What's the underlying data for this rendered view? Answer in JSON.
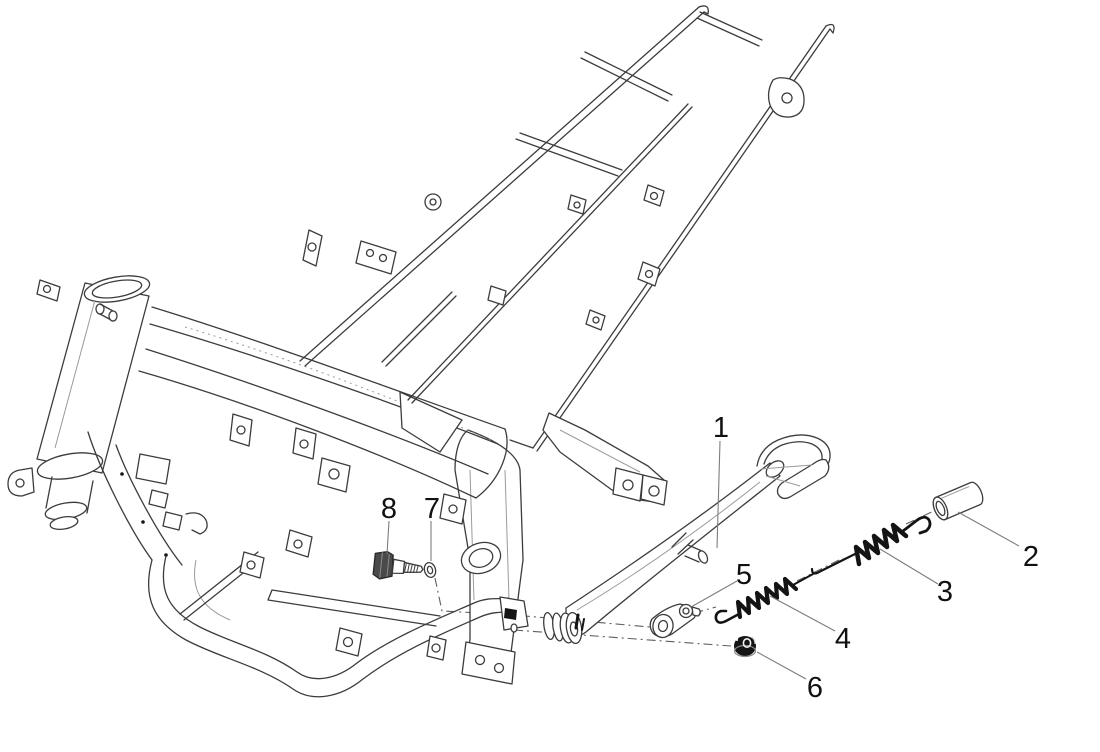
{
  "figure": {
    "kind": "exploded-parts-line-drawing",
    "background_color": "#ffffff"
  },
  "colors": {
    "background": "#ffffff",
    "line": "#3c3c3c",
    "line_light": "#9a9a9a",
    "dark": "#141414",
    "centerline": "#5f5f5f",
    "leader": "#7d7d7d",
    "label": "#111111"
  },
  "callouts": {
    "c1": {
      "label": "1"
    },
    "c2": {
      "label": "2"
    },
    "c3": {
      "label": "3"
    },
    "c4": {
      "label": "4"
    },
    "c5": {
      "label": "5"
    },
    "c6": {
      "label": "6"
    },
    "c7": {
      "label": "7"
    },
    "c8": {
      "label": "8"
    }
  }
}
